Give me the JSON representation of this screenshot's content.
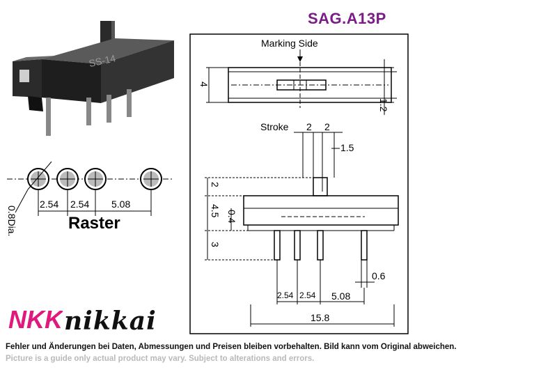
{
  "title": "SAG.A13P",
  "product_photo": {
    "marking": "SS-14"
  },
  "footprint": {
    "hole_dia": "0.8Dia.",
    "pitch_1": "2.54",
    "pitch_2": "2.54",
    "pitch_3": "5.08",
    "caption": "Raster"
  },
  "drawing": {
    "marking_side": "Marking Side",
    "stroke_label": "Stroke",
    "stroke_1": "2",
    "stroke_2": "2",
    "lever_width": "1.5",
    "body_height": "4",
    "top_thickness": "1.2",
    "lever_height": "2",
    "body_depth": "4.5",
    "base_thickness": "0.4",
    "pin_length": "3",
    "pin_width": "0.6",
    "pin_pitch_1": "2.54",
    "pin_pitch_2": "2.54",
    "pin_pitch_3": "5.08",
    "total_length": "15.8"
  },
  "brand": {
    "logo": "NKK",
    "name": "nikkai"
  },
  "notes": {
    "german": "Fehler und Änderungen bei Daten, Abmessungen und Preisen bleiben vorbehalten. Bild kann vom Original abweichen.",
    "english": "Picture is a guide only actual product may vary. Subject to alterations and errors."
  },
  "colors": {
    "title": "#7a1b86",
    "logo": "#e0197d",
    "note_en": "#b9b9b9"
  }
}
